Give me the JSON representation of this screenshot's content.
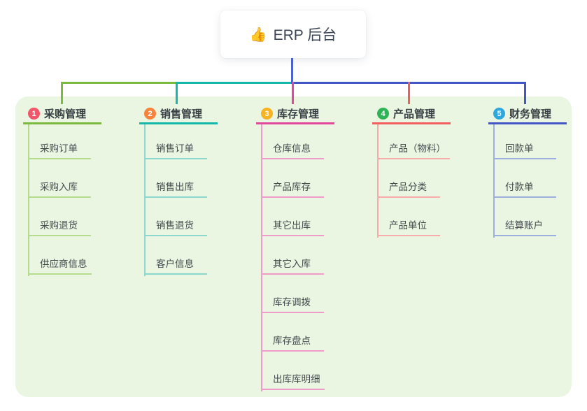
{
  "root": {
    "icon": "👍",
    "title": "ERP 后台"
  },
  "branches": [
    {
      "num": "1",
      "label": "采购管理",
      "children": [
        "采购订单",
        "采购入库",
        "采购退货",
        "供应商信息"
      ]
    },
    {
      "num": "2",
      "label": "销售管理",
      "children": [
        "销售订单",
        "销售出库",
        "销售退货",
        "客户信息"
      ]
    },
    {
      "num": "3",
      "label": "库存管理",
      "children": [
        "仓库信息",
        "产品库存",
        "其它出库",
        "其它入库",
        "库存调拨",
        "库存盘点",
        "出库库明细"
      ]
    },
    {
      "num": "4",
      "label": "产品管理",
      "children": [
        "产品（物料）",
        "产品分类",
        "产品单位"
      ]
    },
    {
      "num": "5",
      "label": "财务管理",
      "children": [
        "回款单",
        "付款单",
        "结算账户"
      ]
    }
  ],
  "colors": {
    "panel_bg": "#eaf6e2",
    "stem": "#4c63d2",
    "branch1_line": "#7cb93f",
    "branch1_child": "#b5db8d",
    "branch1_badge": "#f2566a",
    "branch2_line": "#14b8ab",
    "branch2_child": "#8cd8cf",
    "branch2_badge": "#f8843c",
    "branch3_line": "#e2499d",
    "branch3_child": "#f09cc9",
    "branch3_badge": "#f7b322",
    "branch4_line": "#f25e5e",
    "branch4_child": "#f7abab",
    "branch4_badge": "#2fb357",
    "branch5_line": "#4257c5",
    "bran5_child": "#9cb0de",
    "branch5_child": "#9cb0de",
    "branch5_badge": "#2fa7dd"
  }
}
